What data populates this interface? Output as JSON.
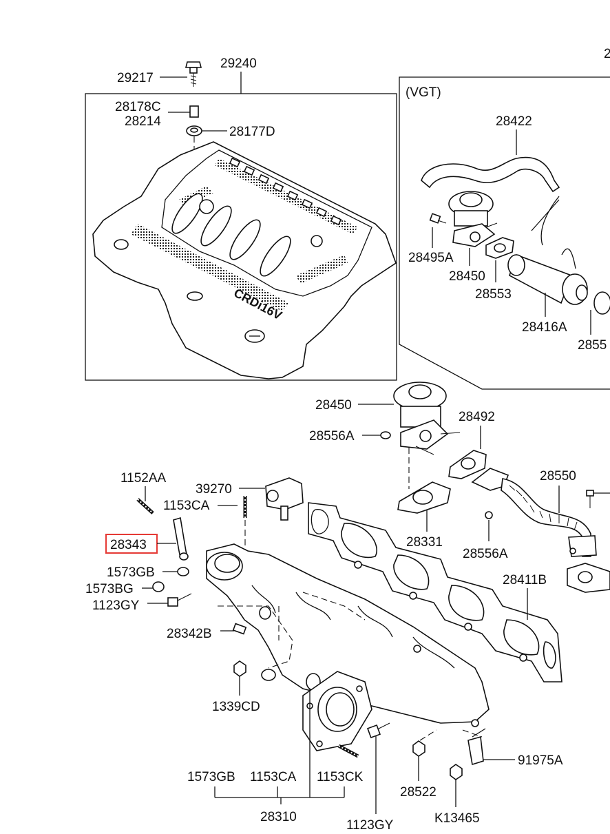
{
  "diagram": {
    "labels": {
      "29217": "29217",
      "29240": "29240",
      "28178C": "28178C",
      "28214": "28214",
      "28177D": "28177D",
      "vgt": "(VGT)",
      "28422": "28422",
      "28495A": "28495A",
      "28450_vgt": "28450",
      "28553": "28553",
      "28416A": "28416A",
      "2855_cut": "2855",
      "2_cut": "2",
      "28450": "28450",
      "28556A_top": "28556A",
      "28492": "28492",
      "1152AA": "1152AA",
      "39270": "39270",
      "1153CA_top": "1153CA",
      "28550": "28550",
      "28343": "28343",
      "28331": "28331",
      "28556A_bot": "28556A",
      "1573GB_top": "1573GB",
      "1573BG": "1573BG",
      "1123GY_top": "1123GY",
      "28411B": "28411B",
      "28342B": "28342B",
      "1339CD": "1339CD",
      "91975A": "91975A",
      "1573GB_bot": "1573GB",
      "1153CA_bot": "1153CA",
      "1153CK": "1153CK",
      "28522": "28522",
      "28310": "28310",
      "K13465": "K13465",
      "1123GY_bot": "1123GY",
      "cover_text": "CRDi16V"
    },
    "highlight_color": "#e53935"
  }
}
